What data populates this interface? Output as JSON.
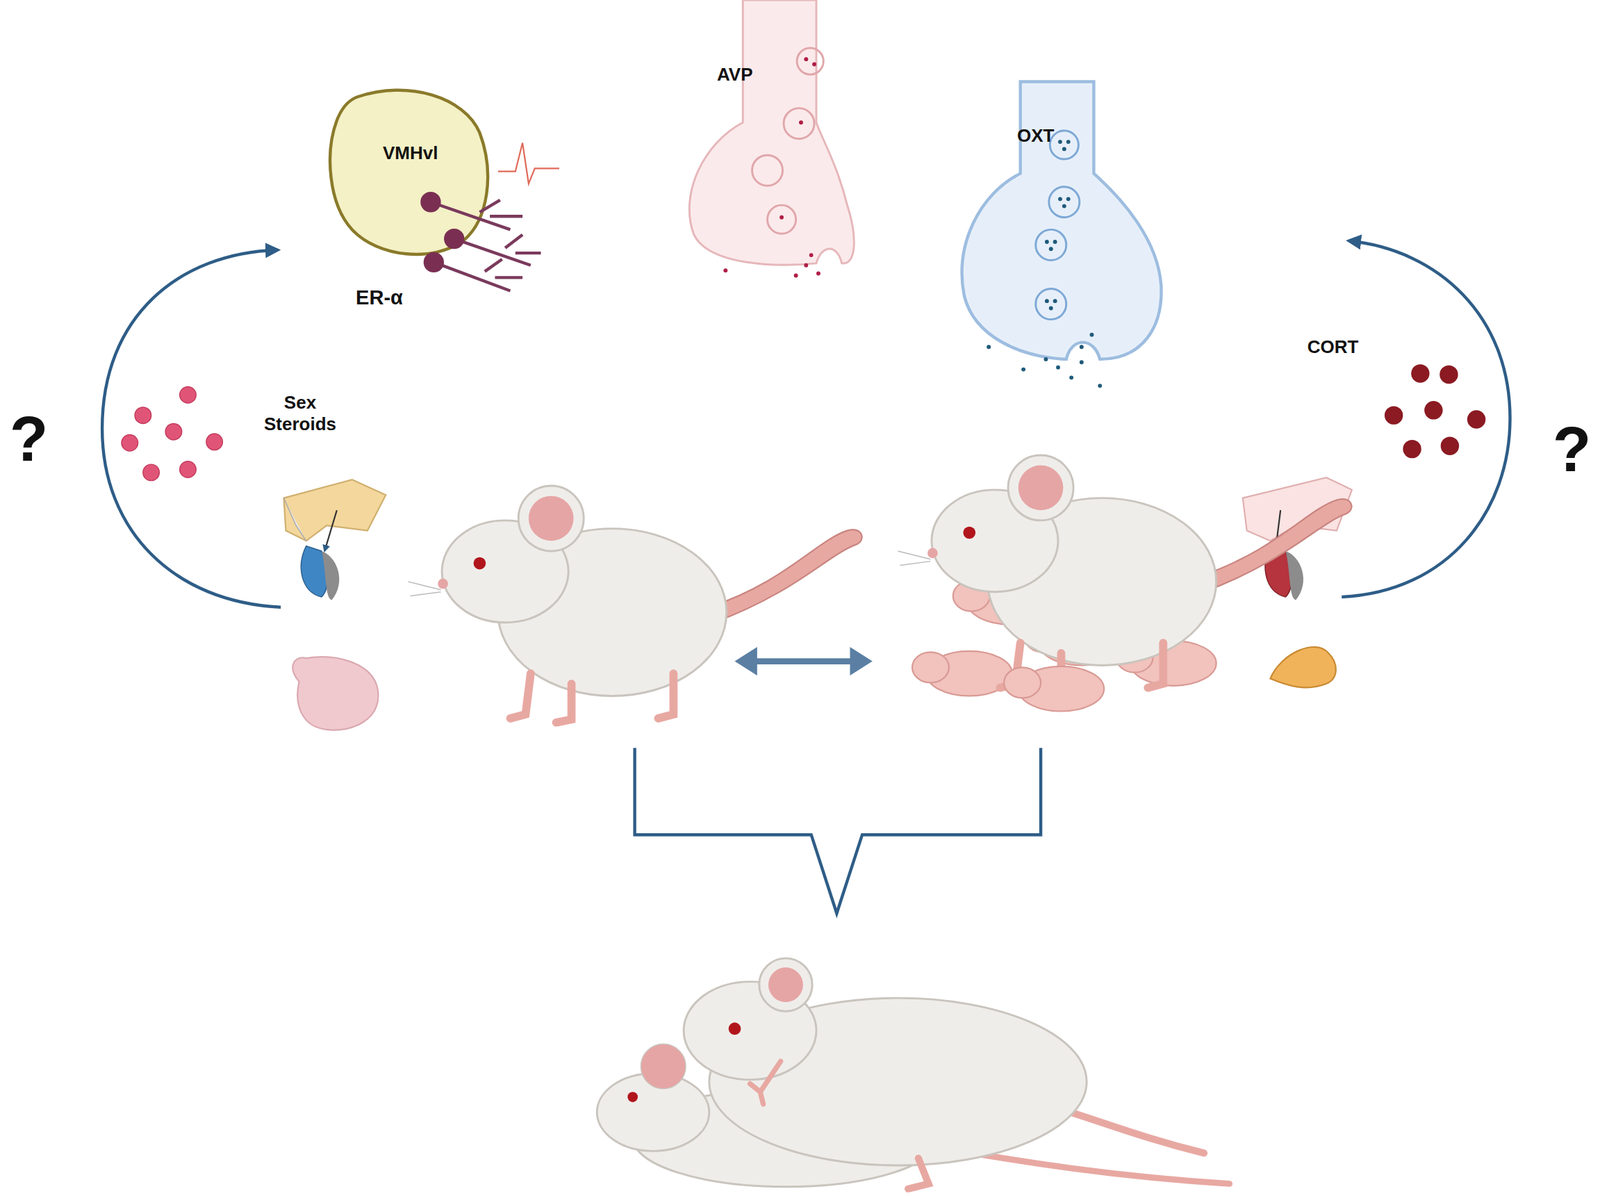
{
  "diagram": {
    "nodes": [
      {
        "text": [
          "VMHvl"
        ]
      },
      {
        "text": [
          "AVP"
        ]
      },
      {
        "text": [
          "OXT"
        ]
      }
    ],
    "labels": [
      "ER-α",
      "Sex Steroids",
      "CORT",
      "?",
      "?"
    ]
  }
}
